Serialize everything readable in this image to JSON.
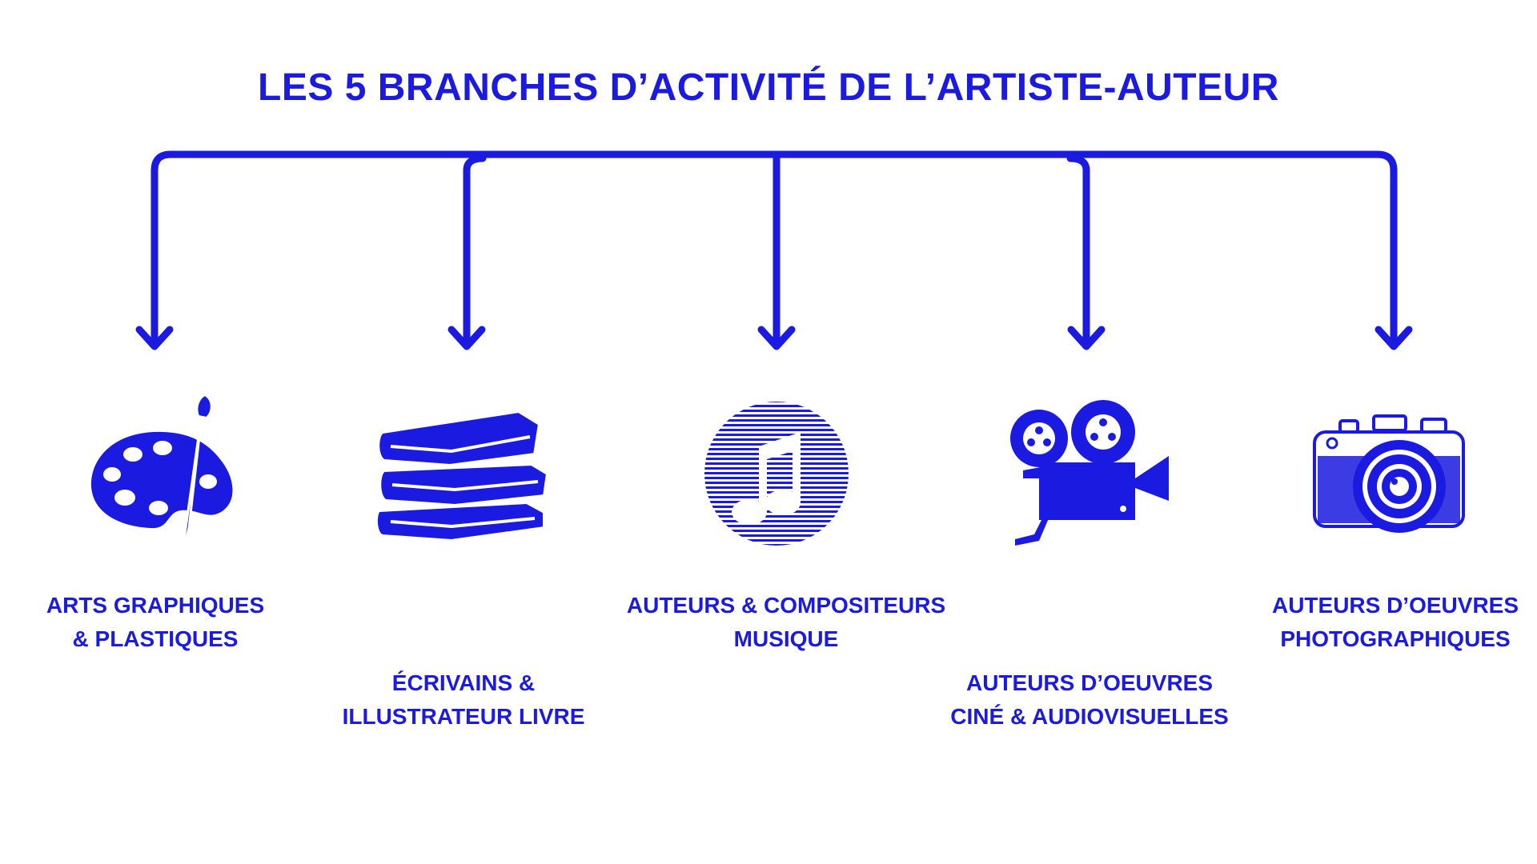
{
  "title": "LES 5 BRANCHES D’ACTIVITÉ DE L’ARTISTE-AUTEUR",
  "colors": {
    "accent": "#1a1ae0",
    "background": "#ffffff"
  },
  "branches": [
    {
      "icon": "palette-icon",
      "line1": "ARTS GRAPHIQUES",
      "line2": "& PLASTIQUES"
    },
    {
      "icon": "books-icon",
      "line1": "ÉCRIVAINS &",
      "line2": "ILLUSTRATEUR LIVRE"
    },
    {
      "icon": "music-note-icon",
      "line1": "AUTEURS & COMPOSITEURS",
      "line2": "MUSIQUE"
    },
    {
      "icon": "film-camera-icon",
      "line1": "AUTEURS D’OEUVRES",
      "line2": "CINÉ & AUDIOVISUELLES"
    },
    {
      "icon": "photo-camera-icon",
      "line1": "AUTEURS D’OEUVRES",
      "line2": "PHOTOGRAPHIQUES"
    }
  ]
}
